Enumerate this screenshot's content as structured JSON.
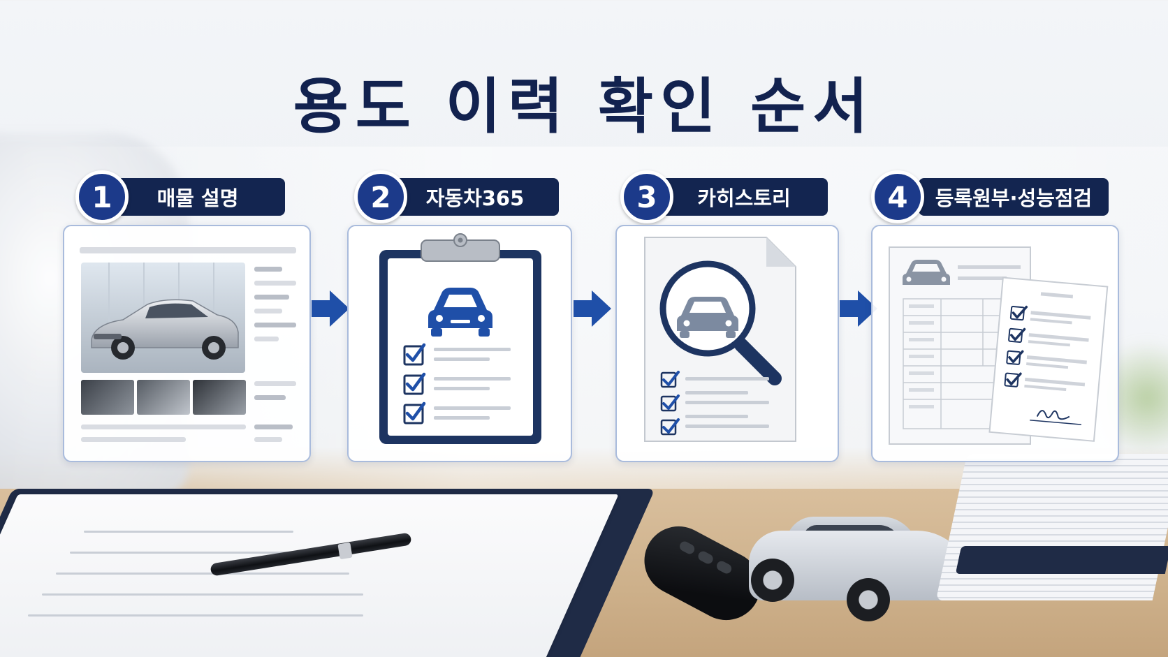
{
  "title": "용도 이력 확인 순서",
  "steps": [
    {
      "number": "1",
      "label": "매물 설명"
    },
    {
      "number": "2",
      "label": "자동차365"
    },
    {
      "number": "3",
      "label": "카히스토리"
    },
    {
      "number": "4",
      "label": "등록원부·성능점검"
    }
  ],
  "colors": {
    "navy": "#132550",
    "blue": "#1c3a8a",
    "accent": "#1f4fa8",
    "panel_border": "#a9bbdc"
  },
  "icons": [
    "car-icon",
    "clipboard-icon",
    "checkbox-icon",
    "magnifier-icon",
    "document-icon",
    "signature-icon",
    "arrow-right-icon"
  ]
}
